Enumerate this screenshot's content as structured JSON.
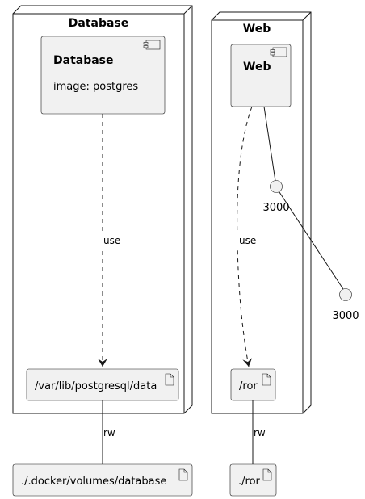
{
  "nodes": {
    "database": {
      "title": "Database"
    },
    "web": {
      "title": "Web"
    }
  },
  "components": {
    "database": {
      "title": "Database",
      "detail": "image: postgres"
    },
    "web": {
      "title": "Web"
    }
  },
  "artifacts": {
    "db_volume": {
      "label": "/var/lib/postgresql/data"
    },
    "db_host": {
      "label": "./.docker/volumes/database"
    },
    "web_volume": {
      "label": "/ror"
    },
    "web_host": {
      "label": "./ror"
    }
  },
  "ports": {
    "inner": {
      "label": "3000"
    },
    "outer": {
      "label": "3000"
    }
  },
  "edges": {
    "db_use": {
      "label": "use"
    },
    "web_use": {
      "label": "use"
    },
    "db_rw": {
      "label": "rw"
    },
    "web_rw": {
      "label": "rw"
    }
  },
  "colors": {
    "line": "#181818",
    "fill": "#f1f1f1",
    "node_fill": "#ffffff"
  }
}
